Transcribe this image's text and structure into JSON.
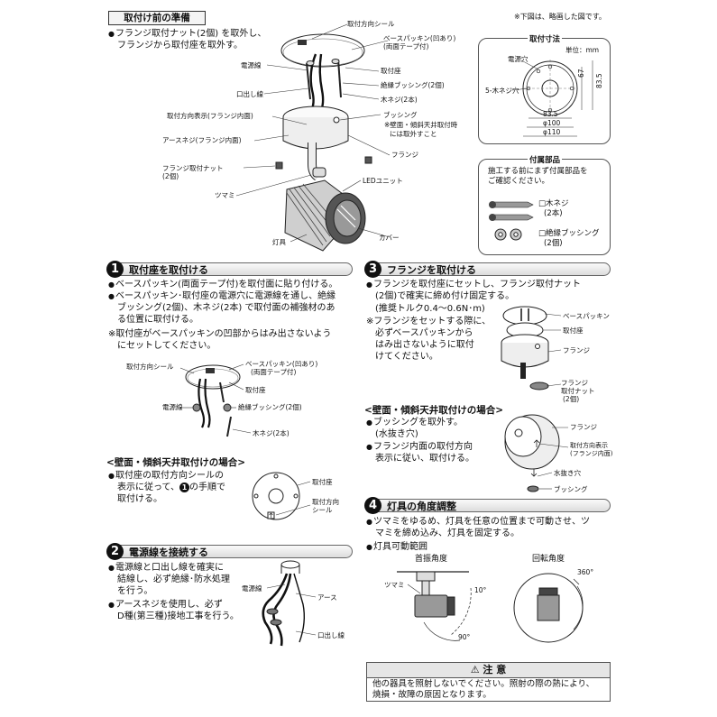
{
  "header": {
    "prep_title": "取付け前の準備",
    "note_top": "※下図は、略画した図です。"
  },
  "prep": {
    "text1": "フランジ取付ナット(2個) を取外し、",
    "text2": "フランジから取付座を取外す。",
    "labels": {
      "seal": "取付方向シール",
      "packing": "ベースパッキン(凹あり)",
      "packing2": "(両面テープ付)",
      "power": "電源線",
      "base": "取付座",
      "bushing": "絶縁ブッシング(2個)",
      "outlet": "口出し線",
      "screw": "木ネジ(2本)",
      "dir": "取付方向表示(フランジ内面)",
      "busing": "ブッシング",
      "wall": "※壁面・傾斜天井取付時",
      "wall2": "には取外すこと",
      "earth": "アースネジ(フランジ内面)",
      "flange": "フランジ",
      "nut": "フランジ取付ナット",
      "nut2": "(2個)",
      "knob": "ツマミ",
      "led": "LEDユニット",
      "light": "灯具",
      "cover": "カバー"
    }
  },
  "dims": {
    "title": "取付寸法",
    "unit": "単位：mm",
    "hole": "電源穴",
    "screw_hole": "5-木ネジ穴",
    "d1": "67",
    "d2": "83.5",
    "d3": "83.5",
    "d4": "φ100",
    "d5": "φ110"
  },
  "acc": {
    "title": "付属部品",
    "text1": "施工する前にまず付属部品を",
    "text2": "ご確認ください。",
    "item1": "□木ネジ",
    "item1b": "(2本)",
    "item2": "□絶縁ブッシング",
    "item2b": "(2個)"
  },
  "s1": {
    "num": "1",
    "title": "取付座を取付ける",
    "l1": "ベースパッキン(両面テープ付)を取付面に貼り付ける。",
    "l2": "ベースパッキン･取付座の電源穴に電源線を通し、絶縁",
    "l3": "ブッシング(2個)、木ネジ(2本) で取付面の補強材のあ",
    "l4": "る位置に取付ける。",
    "l5": "※取付座がベースパッキンの凹部からはみ出さないよう",
    "l6": "　にセットしてください。",
    "labels": {
      "seal": "取付方向シール",
      "packing": "ベースパッキン(凹あり)",
      "packing2": "(両面テープ付)",
      "base": "取付座",
      "power": "電源線",
      "bushing": "絶縁ブッシング(2個)",
      "screw": "木ネジ(2本)"
    },
    "wall_title": "<壁面・傾斜天井取付けの場合>",
    "w1": "取付座の取付方向シールの",
    "w2": "表示に従って、",
    "w2b": "1",
    "w2c": "の手順で",
    "w3": "取付ける。",
    "wl1": "取付座",
    "wl2": "取付方向",
    "wl3": "シール"
  },
  "s2": {
    "num": "2",
    "title": "電源線を接続する",
    "l1": "電源線と口出し線を確実に",
    "l2": "結線し、必ず絶縁･防水処理",
    "l3": "を行う。",
    "l4": "アースネジを使用し、必ず",
    "l5": "D種(第三種)接地工事を行う。",
    "lab_power": "電源線",
    "lab_earth": "アース",
    "lab_outlet": "口出し線"
  },
  "s3": {
    "num": "3",
    "title": "フランジを取付ける",
    "l1": "フランジを取付座にセットし、フランジ取付ナット",
    "l2": "(2個)で確実に締め付け固定する。",
    "l3": "(推奨トルク0.4〜0.6N･m)",
    "l4": "※フランジをセットする際に、",
    "l5": "　必ずベースパッキンから",
    "l6": "　はみ出さないように取付",
    "l7": "　けてください。",
    "lab_packing": "ベースパッキン",
    "lab_base": "取付座",
    "lab_flange": "フランジ",
    "lab_nut": "フランジ",
    "lab_nut2": "取付ナット",
    "lab_nut3": "(2個)",
    "wall_title": "<壁面・傾斜天井取付けの場合>",
    "w1": "ブッシングを取外す。",
    "w2": "(水抜き穴)",
    "w3": "フランジ内面の取付方向",
    "w4": "表示に従い、取付ける。",
    "wl_flange": "フランジ",
    "wl_dir": "取付方向表示",
    "wl_dir2": "(フランジ内面)",
    "wl_drain": "水抜き穴",
    "wl_bush": "ブッシング"
  },
  "s4": {
    "num": "4",
    "title": "灯具の角度調整",
    "l1": "ツマミをゆるめ、灯具を任意の位置まで可動させ、ツ",
    "l2": "マミを締め込み、灯具を固定する。",
    "l3": "灯具可動範囲",
    "tilt": "首振角度",
    "rot": "回転角度",
    "knob": "ツマミ",
    "a10": "10°",
    "a90": "90°",
    "a360": "360°"
  },
  "caution": {
    "title": "注 意",
    "l1": "他の器具を照射しないでください。照射の際の熱により、",
    "l2": "焼損・故障の原因となります。"
  }
}
